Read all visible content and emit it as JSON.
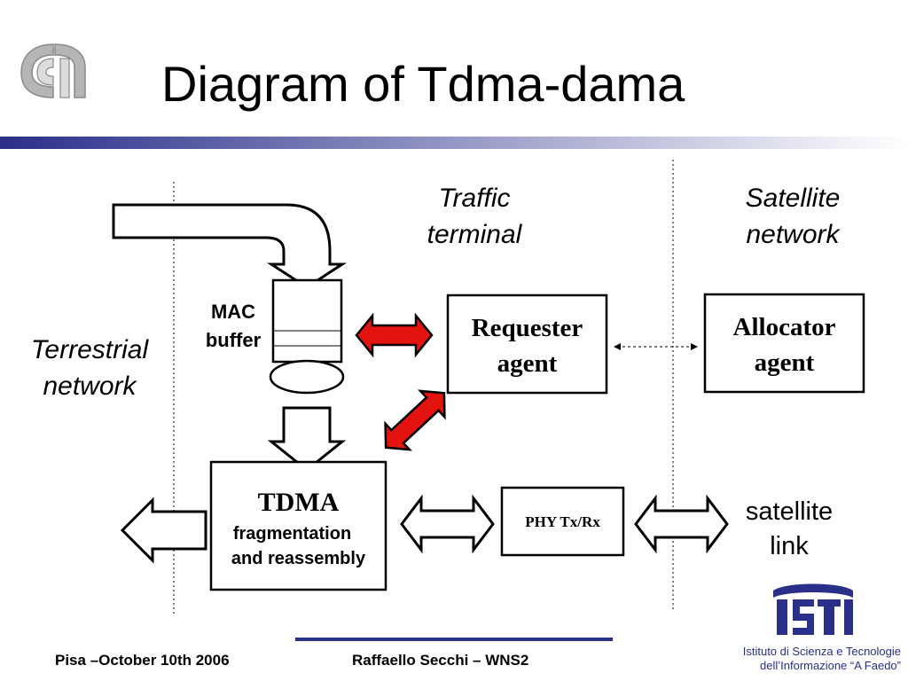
{
  "slide": {
    "title": "Diagram of Tdma-dama",
    "labels": {
      "traffic_terminal": [
        "Traffic",
        "terminal"
      ],
      "satellite_network": [
        "Satellite",
        "network"
      ],
      "terrestrial_network": [
        "Terrestrial",
        "network"
      ],
      "mac_buffer": [
        "MAC",
        "buffer"
      ],
      "satellite_link": [
        "satellite",
        "link"
      ]
    },
    "boxes": {
      "requester_agent": [
        "Requester",
        "agent"
      ],
      "allocator_agent": [
        "Allocator",
        "agent"
      ],
      "tdma_title": "TDMA",
      "tdma_sub": [
        "fragmentation",
        "and reassembly"
      ],
      "phy": "PHY Tx/Rx"
    },
    "footer": {
      "left": "Pisa –October 10th 2006",
      "center": "Raffaello Secchi – WNS2",
      "institute": [
        "Istituto di Scienza e Tecnologie",
        "dell’Informazione “A Faedo”"
      ]
    },
    "colors": {
      "accent_blue": "#2a2f8a",
      "arrow_red": "#e3140f",
      "logo_gray": "#a9a9a9"
    },
    "icons": [
      "cnr-logo-icon",
      "isti-logo-icon"
    ]
  }
}
